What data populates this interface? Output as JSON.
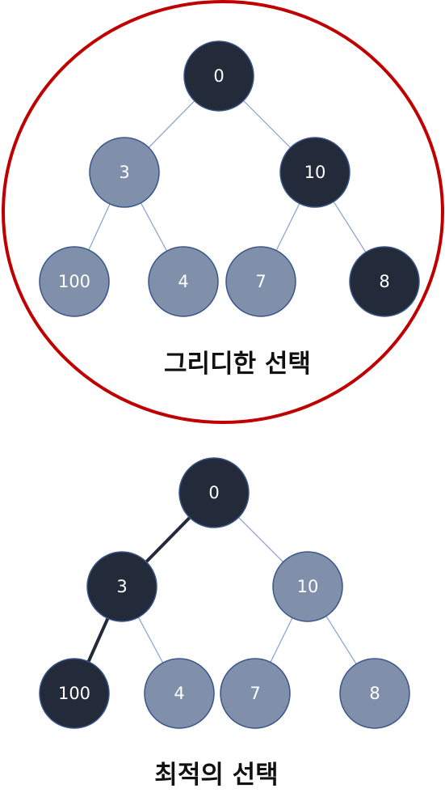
{
  "colors": {
    "dark_node": "#232b3a",
    "light_node": "#8090aa",
    "node_stroke": "#3a5589",
    "edge_light": "#8fa6cf",
    "edge_dark": "#232b3a",
    "highlight_ring": "#c00000"
  },
  "trees": [
    {
      "caption": "그리디한 선택",
      "highlighted": true,
      "nodes": [
        {
          "label": "0",
          "selected": true
        },
        {
          "label": "3",
          "selected": false
        },
        {
          "label": "10",
          "selected": true
        },
        {
          "label": "100",
          "selected": false
        },
        {
          "label": "4",
          "selected": false
        },
        {
          "label": "7",
          "selected": false
        },
        {
          "label": "8",
          "selected": true
        }
      ],
      "edges": [
        {
          "from": 0,
          "to": 1,
          "path": false
        },
        {
          "from": 0,
          "to": 2,
          "path": false
        },
        {
          "from": 1,
          "to": 3,
          "path": false
        },
        {
          "from": 1,
          "to": 4,
          "path": false
        },
        {
          "from": 2,
          "to": 5,
          "path": false
        },
        {
          "from": 2,
          "to": 6,
          "path": false
        }
      ]
    },
    {
      "caption": "최적의 선택",
      "highlighted": false,
      "nodes": [
        {
          "label": "0",
          "selected": true
        },
        {
          "label": "3",
          "selected": true
        },
        {
          "label": "10",
          "selected": false
        },
        {
          "label": "100",
          "selected": true
        },
        {
          "label": "4",
          "selected": false
        },
        {
          "label": "7",
          "selected": false
        },
        {
          "label": "8",
          "selected": false
        }
      ],
      "edges": [
        {
          "from": 0,
          "to": 1,
          "path": true
        },
        {
          "from": 0,
          "to": 2,
          "path": false
        },
        {
          "from": 1,
          "to": 3,
          "path": true
        },
        {
          "from": 1,
          "to": 4,
          "path": false
        },
        {
          "from": 2,
          "to": 5,
          "path": false
        },
        {
          "from": 2,
          "to": 6,
          "path": false
        }
      ]
    }
  ]
}
